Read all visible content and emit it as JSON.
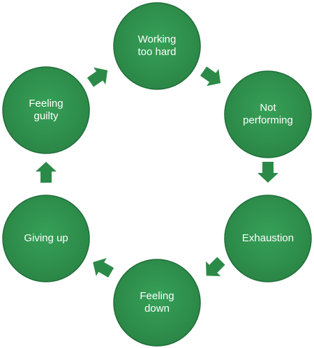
{
  "colors": {
    "node_fill": "#2c8a48",
    "node_stroke": "#1f6d38",
    "arrow_fill": "#2c8a48",
    "label_text": "#ffffff"
  },
  "cycle": {
    "nodes": [
      {
        "id": "working-too-hard",
        "label": "Working\ntoo hard"
      },
      {
        "id": "not-performing",
        "label": "Not\nperforming"
      },
      {
        "id": "exhaustion",
        "label": "Exhaustion"
      },
      {
        "id": "feeling-down",
        "label": "Feeling\ndown"
      },
      {
        "id": "giving-up",
        "label": "Giving up"
      },
      {
        "id": "feeling-guilty",
        "label": "Feeling\nguilty"
      }
    ],
    "arrows": [
      {
        "from": "working-too-hard",
        "to": "not-performing",
        "icon": "arrow-icon"
      },
      {
        "from": "not-performing",
        "to": "exhaustion",
        "icon": "arrow-icon"
      },
      {
        "from": "exhaustion",
        "to": "feeling-down",
        "icon": "arrow-icon"
      },
      {
        "from": "feeling-down",
        "to": "giving-up",
        "icon": "arrow-icon"
      },
      {
        "from": "giving-up",
        "to": "feeling-guilty",
        "icon": "arrow-icon"
      },
      {
        "from": "feeling-guilty",
        "to": "working-too-hard",
        "icon": "arrow-icon"
      }
    ]
  }
}
